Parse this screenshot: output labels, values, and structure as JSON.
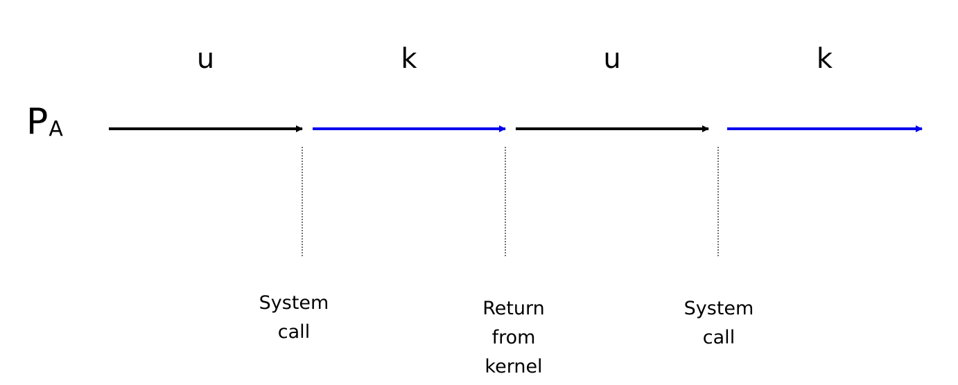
{
  "process": {
    "letter": "P",
    "subscript": "A"
  },
  "segments": [
    {
      "mode": "u",
      "color": "#000000"
    },
    {
      "mode": "k",
      "color": "#0000ee"
    },
    {
      "mode": "u",
      "color": "#000000"
    },
    {
      "mode": "k",
      "color": "#0000ee"
    }
  ],
  "events": [
    {
      "lines": [
        "System",
        "call"
      ]
    },
    {
      "lines": [
        "Return",
        "from",
        "kernel"
      ]
    },
    {
      "lines": [
        "System",
        "call"
      ]
    }
  ]
}
